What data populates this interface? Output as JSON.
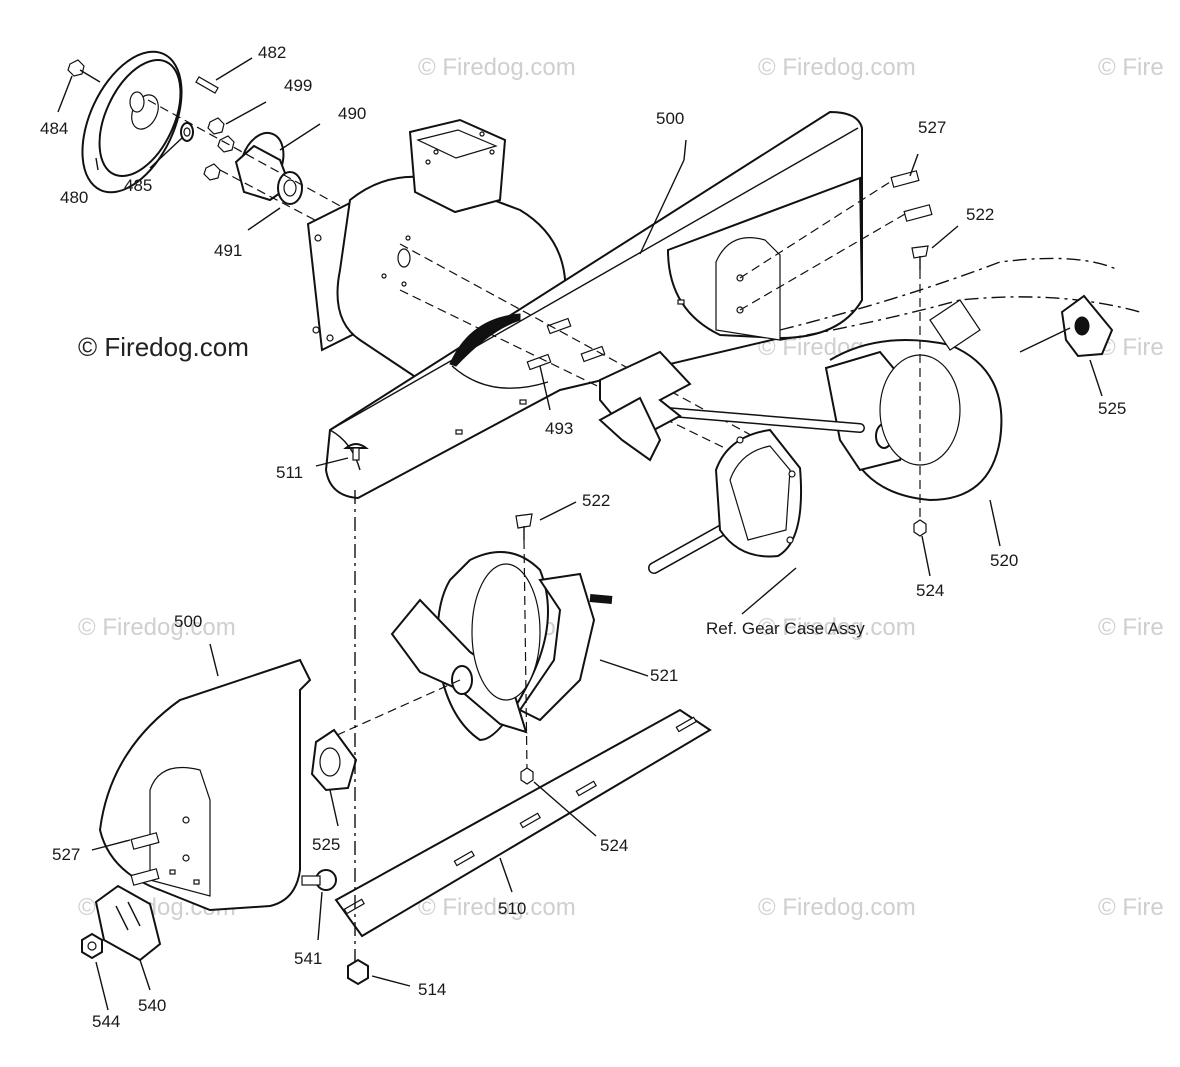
{
  "watermark": {
    "main": "© Firedog.com",
    "faint": "© Firedog.com",
    "faint_cut": "© Fire"
  },
  "note": "Ref. Gear Case Assy",
  "callouts": [
    "480",
    "482",
    "484",
    "485",
    "490",
    "491",
    "493",
    "499",
    "500",
    "500",
    "510",
    "511",
    "514",
    "520",
    "521",
    "522",
    "522",
    "524",
    "524",
    "525",
    "525",
    "527",
    "527",
    "540",
    "541",
    "544"
  ]
}
